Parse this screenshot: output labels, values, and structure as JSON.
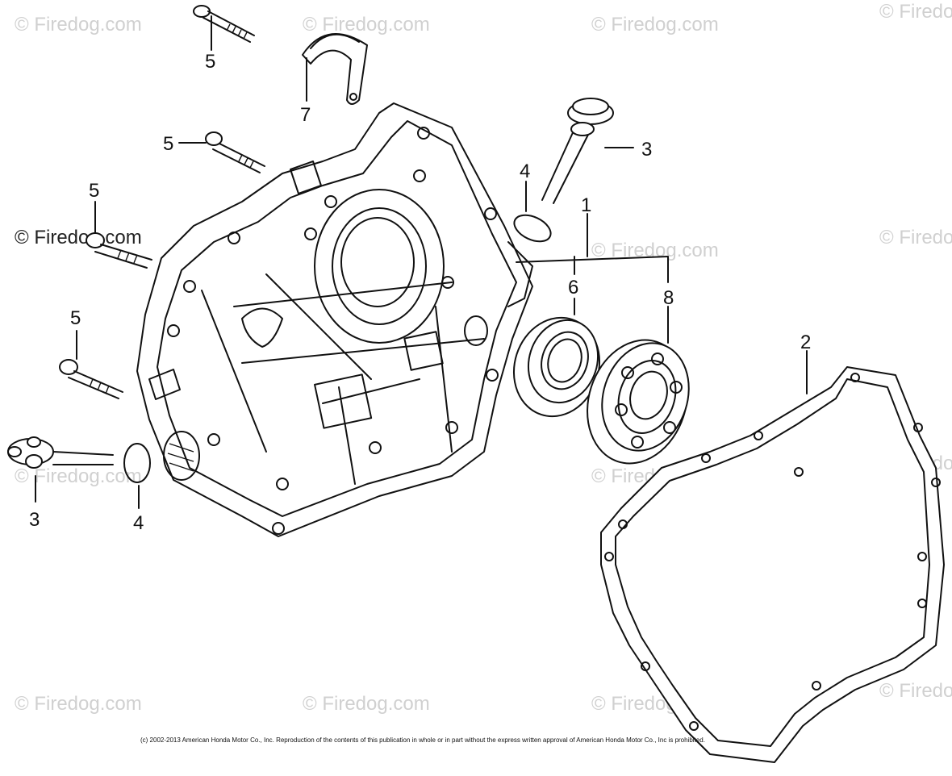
{
  "watermarks": [
    "© Firedog.com"
  ],
  "callouts": {
    "bolt_top": "5",
    "bolt_mid": "5",
    "bolt_left_upper": "5",
    "bolt_left_lower": "5",
    "bracket": "7",
    "plug_top": "3",
    "plug_bottom": "3",
    "washer_top": "4",
    "washer_bottom": "4",
    "bearing_assembly": "1",
    "oil_seal": "6",
    "ball_bearing": "8",
    "gasket": "2"
  },
  "copyright": "(c) 2002-2013 American Honda Motor Co., Inc. Reproduction of the contents of this publication in whole or in part without the express written approval of American Honda Motor Co., Inc is prohibited."
}
